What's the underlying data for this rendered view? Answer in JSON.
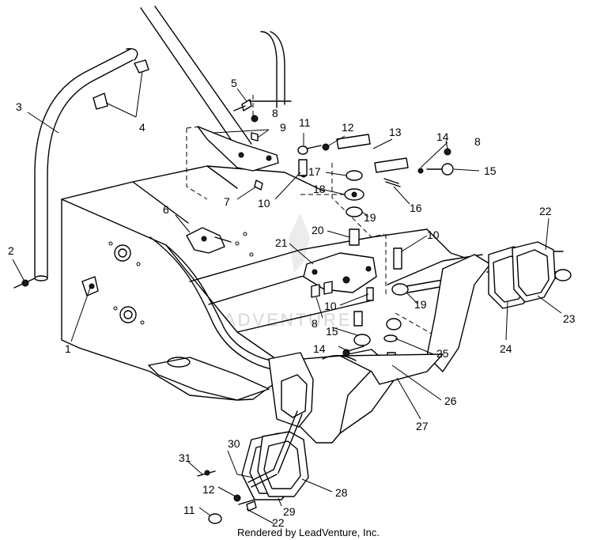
{
  "diagram": {
    "callouts": [
      {
        "id": "c1",
        "text": "1"
      },
      {
        "id": "c2",
        "text": "2"
      },
      {
        "id": "c3",
        "text": "3"
      },
      {
        "id": "c4",
        "text": "4"
      },
      {
        "id": "c5",
        "text": "5"
      },
      {
        "id": "c6",
        "text": "6"
      },
      {
        "id": "c7",
        "text": "7"
      },
      {
        "id": "c8a",
        "text": "8"
      },
      {
        "id": "c8b",
        "text": "8"
      },
      {
        "id": "c8c",
        "text": "8"
      },
      {
        "id": "c9",
        "text": "9"
      },
      {
        "id": "c10a",
        "text": "10"
      },
      {
        "id": "c10b",
        "text": "10"
      },
      {
        "id": "c10c",
        "text": "10"
      },
      {
        "id": "c11a",
        "text": "11"
      },
      {
        "id": "c11b",
        "text": "11"
      },
      {
        "id": "c12a",
        "text": "12"
      },
      {
        "id": "c12b",
        "text": "12"
      },
      {
        "id": "c13",
        "text": "13"
      },
      {
        "id": "c14a",
        "text": "14"
      },
      {
        "id": "c14b",
        "text": "14"
      },
      {
        "id": "c15a",
        "text": "15"
      },
      {
        "id": "c15b",
        "text": "15"
      },
      {
        "id": "c16",
        "text": "16"
      },
      {
        "id": "c17",
        "text": "17"
      },
      {
        "id": "c18",
        "text": "18"
      },
      {
        "id": "c19a",
        "text": "19"
      },
      {
        "id": "c19b",
        "text": "19"
      },
      {
        "id": "c20",
        "text": "20"
      },
      {
        "id": "c21",
        "text": "21"
      },
      {
        "id": "c22a",
        "text": "22"
      },
      {
        "id": "c22b",
        "text": "22"
      },
      {
        "id": "c23",
        "text": "23"
      },
      {
        "id": "c24",
        "text": "24"
      },
      {
        "id": "c25",
        "text": "25"
      },
      {
        "id": "c26",
        "text": "26"
      },
      {
        "id": "c27",
        "text": "27"
      },
      {
        "id": "c28",
        "text": "28"
      },
      {
        "id": "c29",
        "text": "29"
      },
      {
        "id": "c30",
        "text": "30"
      },
      {
        "id": "c31",
        "text": "31"
      }
    ],
    "credit": "Rendered by LeadVenture, Inc.",
    "watermark": "LEADVENTURE"
  }
}
